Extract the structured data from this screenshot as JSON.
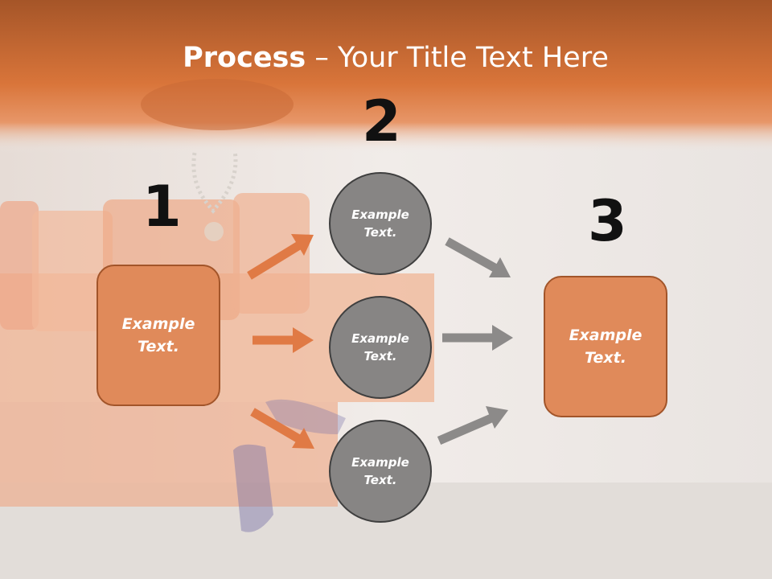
{
  "title": {
    "bold": "Process",
    "rest": " – Your Title Text Here"
  },
  "steps": {
    "one": {
      "number": "1",
      "text": "Example Text."
    },
    "two": {
      "number": "2",
      "text_top": "Example Text.",
      "text_mid": "Example Text.",
      "text_bottom": "Example Text."
    },
    "three": {
      "number": "3",
      "text": "Example Text."
    }
  },
  "colors": {
    "header": "#d9753a",
    "orange_box": "#e08a5a",
    "orange_border": "#a2552a",
    "circle": "#878584",
    "arrow_orange": "#e07a45",
    "arrow_gray": "#8c8a89"
  }
}
